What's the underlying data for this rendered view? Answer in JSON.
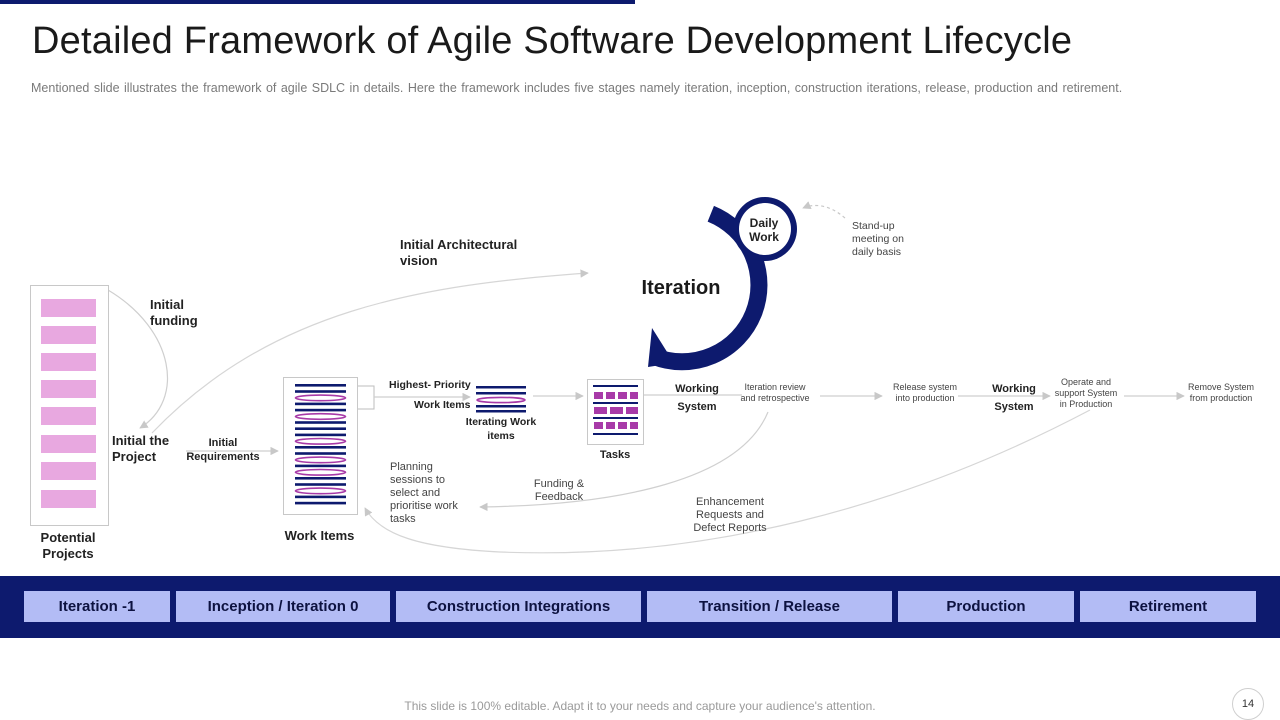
{
  "slide": {
    "title": "Detailed Framework of Agile Software Development Lifecycle",
    "subtitle": "Mentioned slide illustrates the framework  of agile SDLC  in details. Here  the framework  includes five  stages namely iteration,  inception,  construction iterations,  release,  production  and retirement.",
    "footer": "This slide is 100% editable. Adapt it to your needs and capture your audience's attention.",
    "page_number": "14"
  },
  "diagram": {
    "potential_projects": "Potential Projects",
    "initial_funding": "Initial funding",
    "initial_project": "Initial the Project",
    "initial_requirements": "Initial Requirements",
    "work_items": "Work Items",
    "initial_arch_vision": "Initial Architectural vision",
    "highest_priority": "Highest- Priority",
    "work_items_small": "Work Items",
    "iterating_work_items": "Iterating Work items",
    "tasks": "Tasks",
    "iteration": "Iteration",
    "daily_work": "Daily Work",
    "standup": "Stand-up meeting on daily basis",
    "working_system_1": "Working System",
    "iteration_review": "Iteration review and retrospective",
    "release_system": "Release system into production",
    "working_system_2": "Working System",
    "operate_support": "Operate and support System in Production",
    "remove_system": "Remove System from production",
    "planning_sessions": "Planning sessions to select and prioritise work tasks",
    "funding_feedback": "Funding & Feedback",
    "enhancement": "Enhancement Requests and Defect Reports"
  },
  "phases": [
    "Iteration -1",
    "Inception / Iteration 0",
    "Construction Integrations",
    "Transition / Release",
    "Production",
    "Retirement"
  ],
  "colors": {
    "navy": "#0d1a6e",
    "phase_fill": "#b3bcf5",
    "pink": "#e8a8e0",
    "purple": "#a83aa8"
  }
}
